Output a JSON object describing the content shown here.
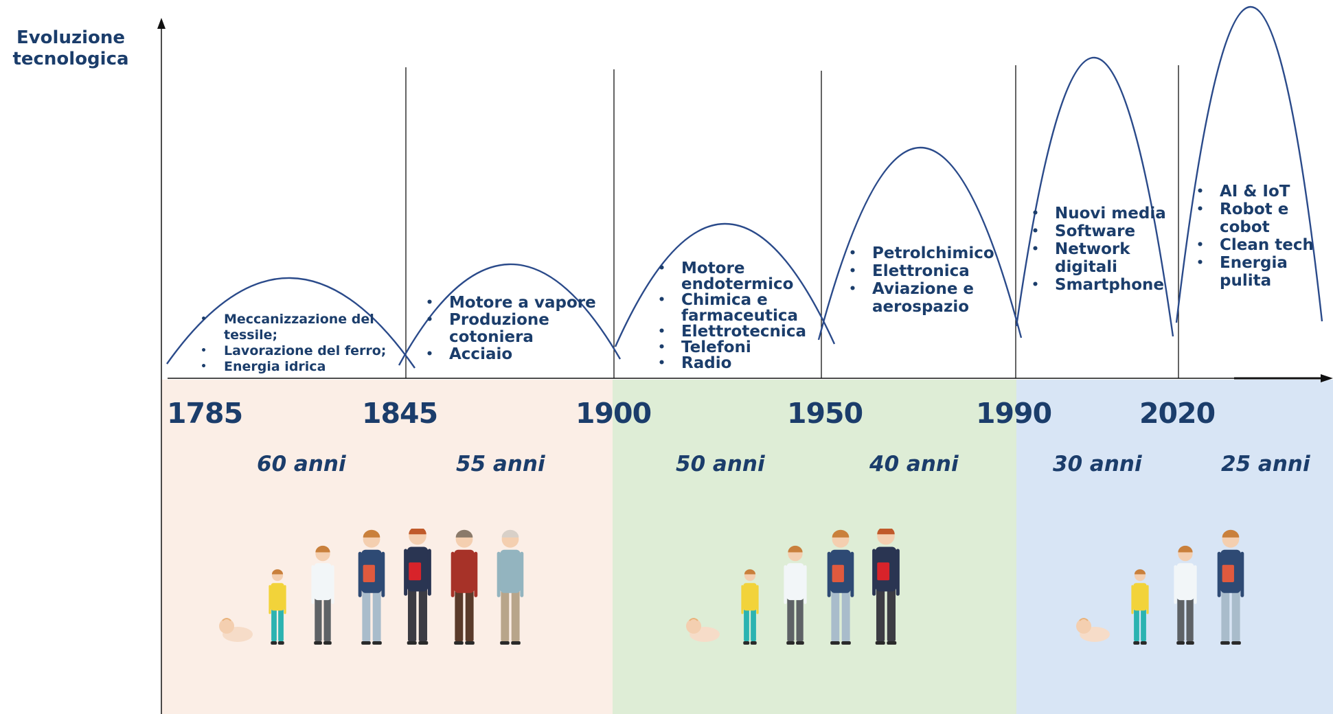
{
  "y_axis_title": "Evoluzione\ntecnologica",
  "colors": {
    "text": "#1b3d6b",
    "arc": "#2a4a8a",
    "band_1": "#fbeee6",
    "band_2": "#deedd6",
    "band_3": "#d8e5f5"
  },
  "years": [
    "1785",
    "1845",
    "1900",
    "1950",
    "1990",
    "2020"
  ],
  "durations": [
    "60 anni",
    "55 anni",
    "50 anni",
    "40 anni",
    "30 anni",
    "25 anni"
  ],
  "waves": [
    {
      "technologies": [
        "Meccanizzazione del tessile;",
        "Lavorazione del ferro;",
        "Energia idrica"
      ]
    },
    {
      "technologies": [
        "Motore a vapore",
        "Produzione cotoniera",
        "Acciaio"
      ]
    },
    {
      "technologies": [
        "Motore endotermico",
        "Chimica e farmaceutica",
        "Elettrotecnica",
        "Telefoni",
        "Radio"
      ]
    },
    {
      "technologies": [
        "Petrolchimico",
        "Elettronica",
        "Aviazione e aerospazio"
      ]
    },
    {
      "technologies": [
        "Nuovi media",
        "Software",
        "Network digitali",
        "Smartphone"
      ]
    },
    {
      "technologies": [
        "AI & IoT",
        "Robot e cobot",
        "Clean tech",
        "Energia pulita"
      ]
    }
  ],
  "people_groups": [
    {
      "icon": "person-life-stages-icon",
      "count": 7
    },
    {
      "icon": "person-life-stages-icon",
      "count": 5
    },
    {
      "icon": "person-life-stages-icon",
      "count": 4
    }
  ]
}
